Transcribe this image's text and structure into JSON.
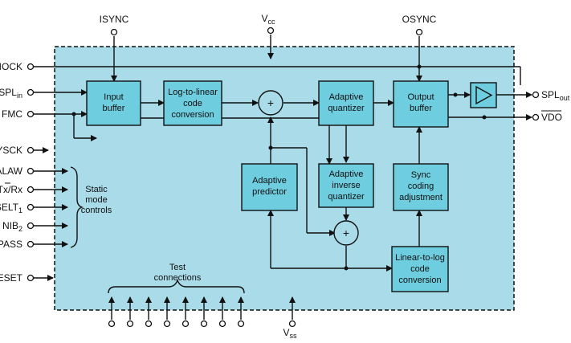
{
  "pins": {
    "top": {
      "isync": "ISYNC",
      "vcc": "V",
      "vcc_sub": "cc",
      "osync": "OSYNC"
    },
    "left": {
      "iock": "IOCK",
      "spl_in": "SPL",
      "spl_in_sub": "in",
      "fmc": "FMC",
      "sysck": "SYSCK",
      "alaw": "ALAW",
      "txrx": "Tx/Rx",
      "selt": "SELT",
      "selt_sub": "1",
      "nib": "NIB",
      "nib_sub": "2",
      "bypass": "BYPASS",
      "reset": "RESET"
    },
    "right": {
      "spl_out": "SPL",
      "spl_out_sub": "out",
      "vdo": "VDO"
    },
    "bottom": {
      "vss": "V",
      "vss_sub": "ss"
    }
  },
  "blocks": {
    "input_buffer": [
      "Input",
      "buffer"
    ],
    "log_to_linear": [
      "Log-to-linear",
      "code",
      "conversion"
    ],
    "adaptive_quantizer": [
      "Adaptive",
      "quantizer"
    ],
    "output_buffer": [
      "Output",
      "buffer"
    ],
    "adaptive_predictor": [
      "Adaptive",
      "predictor"
    ],
    "adaptive_inverse_quantizer": [
      "Adaptive",
      "inverse",
      "quantizer"
    ],
    "sync_coding_adjustment": [
      "Sync",
      "coding",
      "adjustment"
    ],
    "linear_to_log": [
      "Linear-to-log",
      "code",
      "conversion"
    ]
  },
  "labels": {
    "static_mode": [
      "Static",
      "mode",
      "controls"
    ],
    "test_connections": [
      "Test",
      "connections"
    ],
    "adder_symbol": "+"
  },
  "colors": {
    "chip_fill": "#a9dbe9",
    "block_fill": "#6fcde0",
    "line": "#111111"
  }
}
